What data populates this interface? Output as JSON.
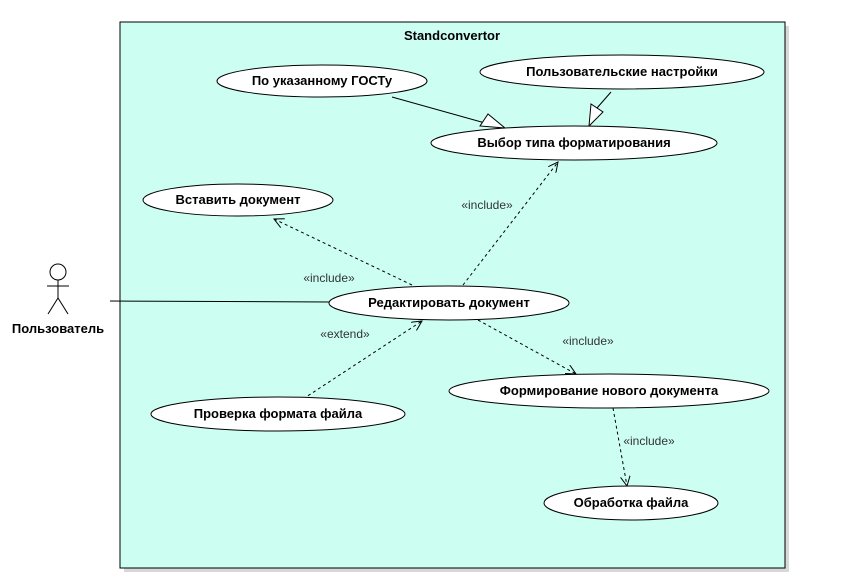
{
  "system": {
    "title": "Standconvertor",
    "fill": "#ccfff2"
  },
  "actor": {
    "name": "Пользователь"
  },
  "use_cases": {
    "gost": "По указанному ГОСТу",
    "user_settings": "Пользовательские настройки",
    "format_type": "Выбор типа форматирования",
    "insert_doc": "Вставить документ",
    "edit_doc": "Редактировать документ",
    "check_format": "Проверка формата файла",
    "new_doc": "Формирование нового документа",
    "process_file": "Обработка файла"
  },
  "relations": {
    "include_format": "«include»",
    "include_insert": "«include»",
    "extend_check": "«extend»",
    "include_new": "«include»",
    "include_process": "«include»"
  }
}
